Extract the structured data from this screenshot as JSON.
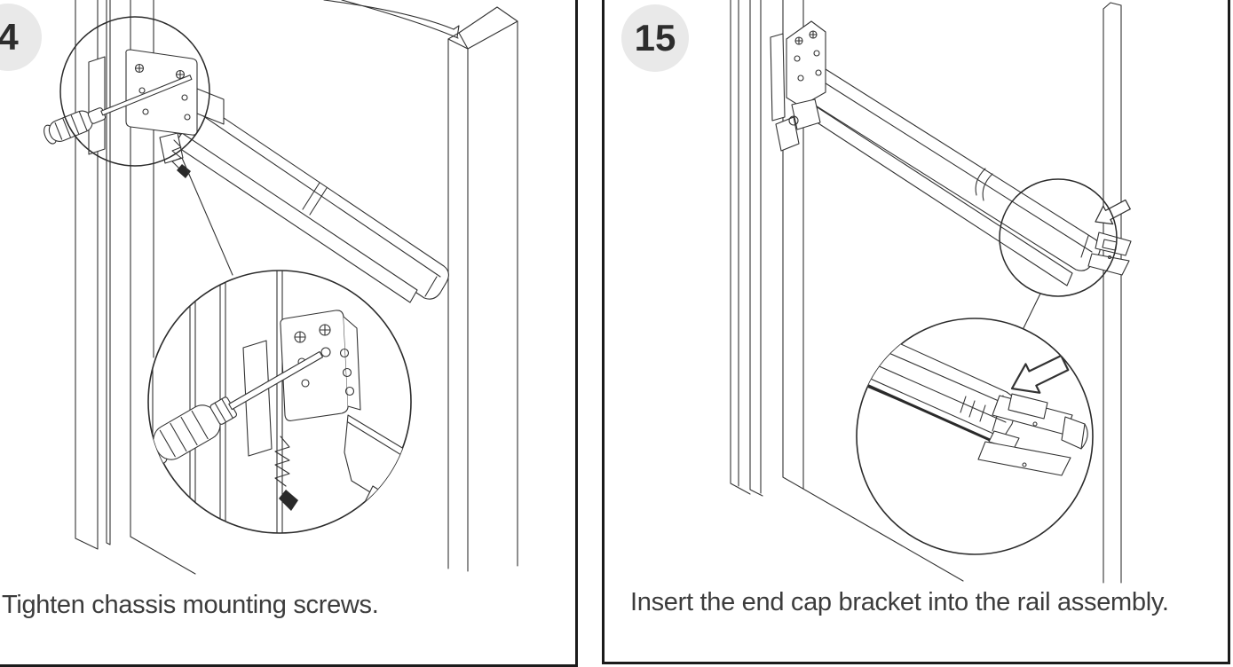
{
  "document": {
    "type": "installation-instructions",
    "steps": [
      {
        "number": "4",
        "caption": "Tighten chassis mounting screws."
      },
      {
        "number": "15",
        "caption": "Insert the end cap bracket into the rail assembly."
      }
    ]
  },
  "colors": {
    "background": "#ffffff",
    "panel_border": "#1b1b1b",
    "badge_background": "#e9e9e9",
    "badge_text": "#2d2d2d",
    "caption_text": "#3c3c3c",
    "line_art": "#333333"
  }
}
